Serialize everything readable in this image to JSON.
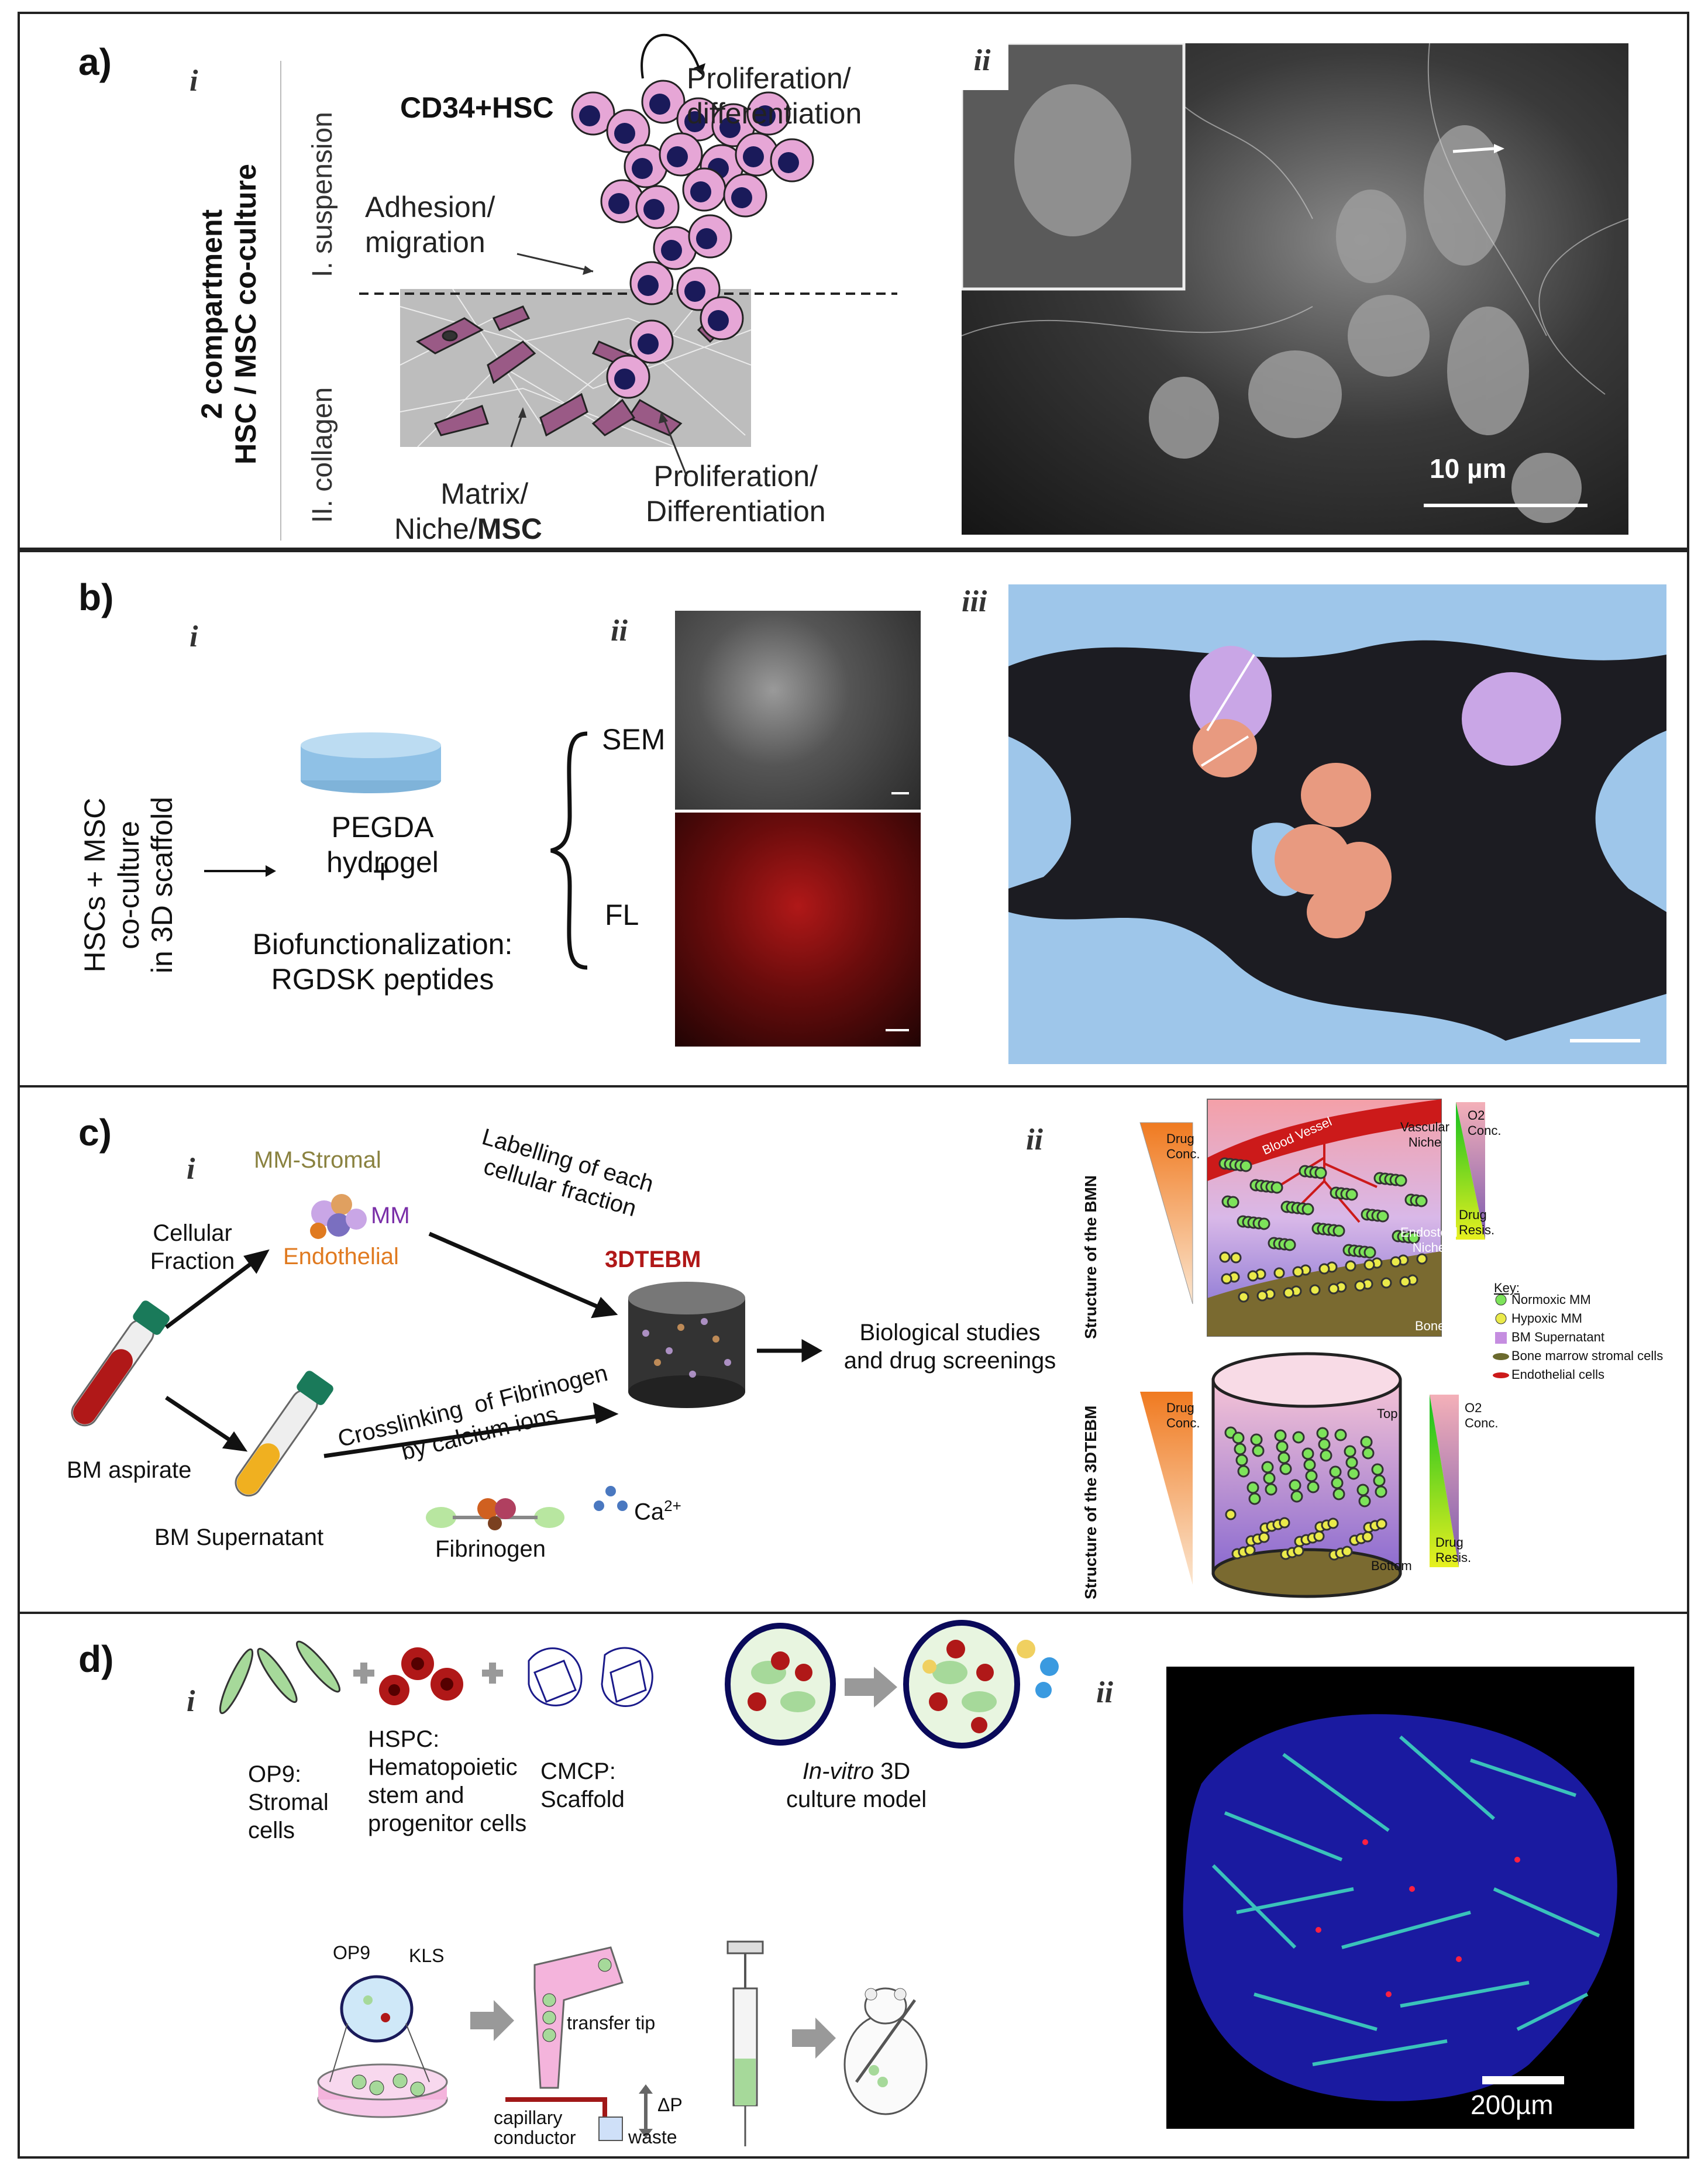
{
  "panel_a": {
    "label": "a)",
    "i": "i",
    "ii": "ii",
    "side_title_line1": "2 compartment",
    "side_title_line2": "HSC / MSC co-culture",
    "suspension": "I. suspension",
    "collagen": "II. collagen",
    "cd34": "CD34+HSC",
    "prolif_top": "Proliferation/\ndifferentiation",
    "adhesion": "Adhesion/\nmigration",
    "matrix": "Matrix/\nNiche/",
    "msc": "MSC",
    "prolif_bottom": "Proliferation/\nDifferentiation",
    "scalebar": "10 µm"
  },
  "panel_b": {
    "label": "b)",
    "i": "i",
    "ii": "ii",
    "iii": "iii",
    "side_title": "HSCs + MSC\nco-culture\nin 3D scaffold",
    "hydrogel": "PEGDA hydrogel",
    "plus": "+",
    "biofunc": "Biofunctionalization:\nRGDSK peptides",
    "sem": "SEM",
    "fl": "FL"
  },
  "panel_c": {
    "label": "c)",
    "i": "i",
    "ii": "ii",
    "cellular_fraction": "Cellular\nFraction",
    "mm_stromal": "MM-Stromal",
    "mm": "MM",
    "endothelial": "Endothelial",
    "labelling": "Labelling of each\ncellular fraction",
    "tebm": "3DTEBM",
    "bio_studies": "Biological studies\nand drug screenings",
    "bm_aspirate": "BM aspirate",
    "crosslinking": "Crosslinking  of Fibrinogen\nby calcium ions",
    "bm_supernatant": "BM  Supernatant",
    "fibrinogen": "Fibrinogen",
    "ca": "Ca",
    "ca_sup": "2+",
    "struct_bmn": "Structure of the BMN",
    "struct_tebm": "Structure of the 3DTEBM",
    "blood_vessel": "Blood Vessel",
    "vascular_niche": "Vascular\nNiche",
    "endosteal_niche": "Endosteal\nNiche",
    "bone": "Bone",
    "drug_conc": "Drug\nConc.",
    "o2_conc": "O2\nConc.",
    "drug_resis": "Drug\nResis.",
    "top": "Top",
    "bottom": "Bottom",
    "key_title": "Key:",
    "key_items": [
      "Normoxic MM",
      "Hypoxic MM",
      "BM Supernatant",
      "Bone marrow stromal cells",
      "Endothelial cells"
    ],
    "colors": {
      "normoxic": "#7de35a",
      "hypoxic": "#eaea4a",
      "supernatant": "#c58de0",
      "stromal": "#6b6a2e",
      "endothelial": "#cc1a1a"
    }
  },
  "panel_d": {
    "label": "d)",
    "i": "i",
    "ii": "ii",
    "op9": "OP9:\nStromal\ncells",
    "hspc": "HSPC:\nHematopoietic\nstem and\nprogenitor cells",
    "cmcp": "CMCP:\nScaffold",
    "invitro_em": "In-vitro",
    "invitro_rest": " 3D\nculture model",
    "op9_small": "OP9",
    "kls": "KLS",
    "transfer_tip": "transfer tip",
    "capillary": "capillary\nconductor",
    "deltap": "ΔP",
    "waste": "waste",
    "scalebar": "200µm"
  }
}
